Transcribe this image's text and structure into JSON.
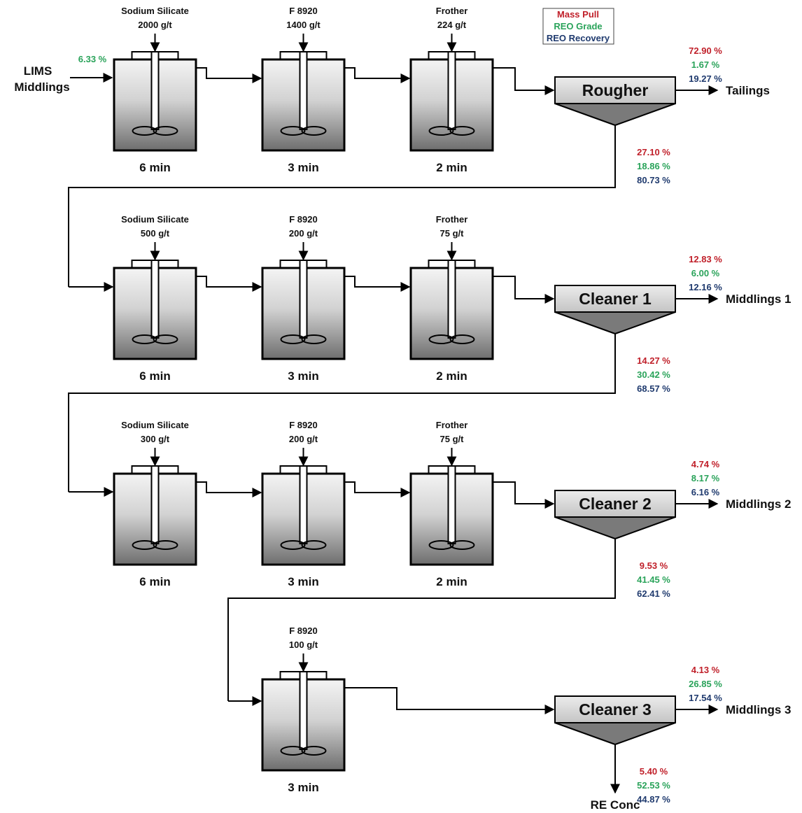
{
  "colors": {
    "mass_pull": "#c0202a",
    "reo_grade": "#2aa35a",
    "reo_recovery": "#1f3a6e"
  },
  "legend": {
    "mass_pull": "Mass Pull",
    "reo_grade": "REO Grade",
    "reo_recovery": "REO Recovery"
  },
  "feed": {
    "line1": "LIMS",
    "line2": "Middlings",
    "grade": "6.33 %"
  },
  "rows": [
    {
      "tanks": [
        {
          "reagent": "Sodium Silicate",
          "dose": "2000 g/t",
          "time": "6 min"
        },
        {
          "reagent": "F 8920",
          "dose": "1400 g/t",
          "time": "3 min"
        },
        {
          "reagent": "Frother",
          "dose": "224 g/t",
          "time": "2 min"
        }
      ],
      "cell": "Rougher",
      "tail_name": "Tailings",
      "tail": {
        "mass": "72.90 %",
        "grade": "1.67 %",
        "rec": "19.27 %"
      },
      "conc": {
        "mass": "27.10 %",
        "grade": "18.86 %",
        "rec": "80.73 %"
      }
    },
    {
      "tanks": [
        {
          "reagent": "Sodium Silicate",
          "dose": "500 g/t",
          "time": "6 min"
        },
        {
          "reagent": "F 8920",
          "dose": "200 g/t",
          "time": "3 min"
        },
        {
          "reagent": "Frother",
          "dose": "75 g/t",
          "time": "2 min"
        }
      ],
      "cell": "Cleaner 1",
      "tail_name": "Middlings 1",
      "tail": {
        "mass": "12.83 %",
        "grade": "6.00 %",
        "rec": "12.16 %"
      },
      "conc": {
        "mass": "14.27 %",
        "grade": "30.42 %",
        "rec": "68.57 %"
      }
    },
    {
      "tanks": [
        {
          "reagent": "Sodium Silicate",
          "dose": "300 g/t",
          "time": "6 min"
        },
        {
          "reagent": "F 8920",
          "dose": "200 g/t",
          "time": "3 min"
        },
        {
          "reagent": "Frother",
          "dose": "75 g/t",
          "time": "2 min"
        }
      ],
      "cell": "Cleaner 2",
      "tail_name": "Middlings 2",
      "tail": {
        "mass": "4.74 %",
        "grade": "8.17 %",
        "rec": "6.16 %"
      },
      "conc": {
        "mass": "9.53 %",
        "grade": "41.45 %",
        "rec": "62.41 %"
      }
    },
    {
      "tanks": [
        {
          "reagent": "F 8920",
          "dose": "100 g/t",
          "time": "3 min"
        }
      ],
      "cell": "Cleaner 3",
      "tail_name": "Middlings 3",
      "tail": {
        "mass": "4.13 %",
        "grade": "26.85 %",
        "rec": "17.54 %"
      },
      "conc": {
        "mass": "5.40 %",
        "grade": "52.53 %",
        "rec": "44.87 %"
      }
    }
  ],
  "final_product": "RE Conc"
}
